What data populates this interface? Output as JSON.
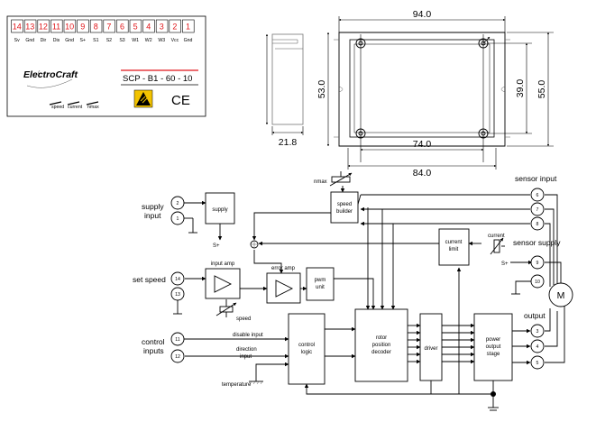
{
  "label": {
    "pins": [
      {
        "num": "14",
        "name": "Sv"
      },
      {
        "num": "13",
        "name": "Gnd"
      },
      {
        "num": "12",
        "name": "Dir"
      },
      {
        "num": "11",
        "name": "Dis"
      },
      {
        "num": "10",
        "name": "Gnd"
      },
      {
        "num": "9",
        "name": "S+"
      },
      {
        "num": "8",
        "name": "S1"
      },
      {
        "num": "7",
        "name": "S2"
      },
      {
        "num": "6",
        "name": "S3"
      },
      {
        "num": "5",
        "name": "W1"
      },
      {
        "num": "4",
        "name": "W2"
      },
      {
        "num": "3",
        "name": "W3"
      },
      {
        "num": "2",
        "name": "Vcc"
      },
      {
        "num": "1",
        "name": "Gnd"
      }
    ],
    "brand": "ElectroCraft",
    "model": "SCP - B1 - 60 - 10",
    "ce_mark": "CE",
    "pots": [
      "speed",
      "current",
      "nmax"
    ]
  },
  "dimensions": {
    "width_top": "94.0",
    "height_left": "53.0",
    "hole_v": "39.0",
    "height_right": "55.0",
    "side_depth": "21.8",
    "hole_h": "74.0",
    "base_width": "84.0"
  },
  "diagram": {
    "labels": {
      "supply_input": [
        "supply",
        "input"
      ],
      "set_speed": "set speed",
      "control_inputs": [
        "control",
        "inputs"
      ],
      "sensor_input": "sensor input",
      "sensor_supply": "sensor supply",
      "output": "output",
      "nmax": "nmax",
      "current": "current",
      "speed": "speed",
      "s_plus_supply": "S+",
      "s_plus_sensor": "S+",
      "disable_input": "disable input",
      "direction_input": [
        "direction",
        "input"
      ],
      "temperature": "temperature",
      "motor": "M"
    },
    "blocks": {
      "supply": [
        "supply"
      ],
      "speed_builder": [
        "speed",
        "builder"
      ],
      "input_amp": [
        "input amp"
      ],
      "error_amp": [
        "error amp"
      ],
      "pwm_unit": [
        "pwm",
        "unit"
      ],
      "current_limit": [
        "current",
        "limit"
      ],
      "control_logic": [
        "control",
        "logic"
      ],
      "rotor_decoder": [
        "rotor",
        "position",
        "decoder"
      ],
      "driver": [
        "driver"
      ],
      "power_stage": [
        "power",
        "output",
        "stage"
      ]
    },
    "terminals": {
      "t2": "2",
      "t1": "1",
      "t14": "14",
      "t13": "13",
      "t11": "11",
      "t12": "12",
      "t6": "6",
      "t7": "7",
      "t8": "8",
      "t9": "9",
      "t10": "10",
      "t3": "3",
      "t4": "4",
      "t5": "5"
    }
  }
}
